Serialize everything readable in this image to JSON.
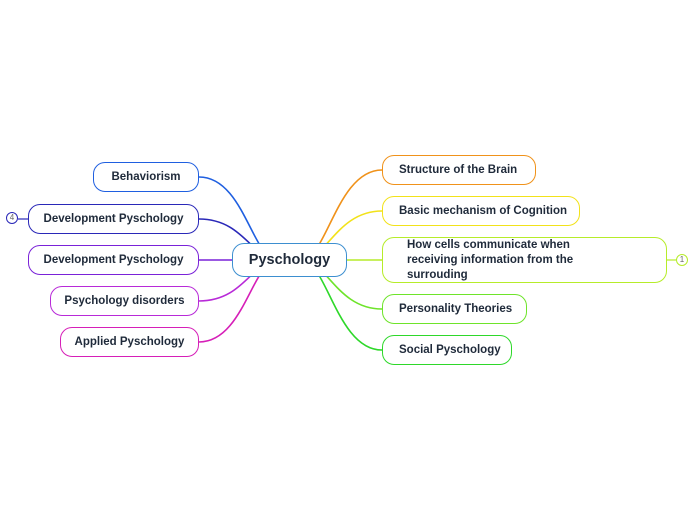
{
  "central": {
    "label": "Pyschology",
    "color": "#3d8fd0"
  },
  "left_branches": [
    {
      "label": "Behaviorism",
      "color": "#1f5fe0"
    },
    {
      "label": "Development Pyschology",
      "color": "#2a28b8",
      "collapsed_count": "4"
    },
    {
      "label": "Development Pyschology",
      "color": "#7a22d8"
    },
    {
      "label": "Psychology disorders",
      "color": "#b82ad8"
    },
    {
      "label": "Applied Pyschology",
      "color": "#d61fb8"
    }
  ],
  "right_branches": [
    {
      "label": "Structure of the Brain",
      "color": "#f0921a"
    },
    {
      "label": "Basic mechanism of Cognition",
      "color": "#f2e21a"
    },
    {
      "label": "How cells communicate when receiving information from the surrouding",
      "color": "#b6ec2a",
      "collapsed_count": "1"
    },
    {
      "label": "Personality Theories",
      "color": "#6ee42a"
    },
    {
      "label": "Social Pyschology",
      "color": "#2ed82a"
    }
  ]
}
